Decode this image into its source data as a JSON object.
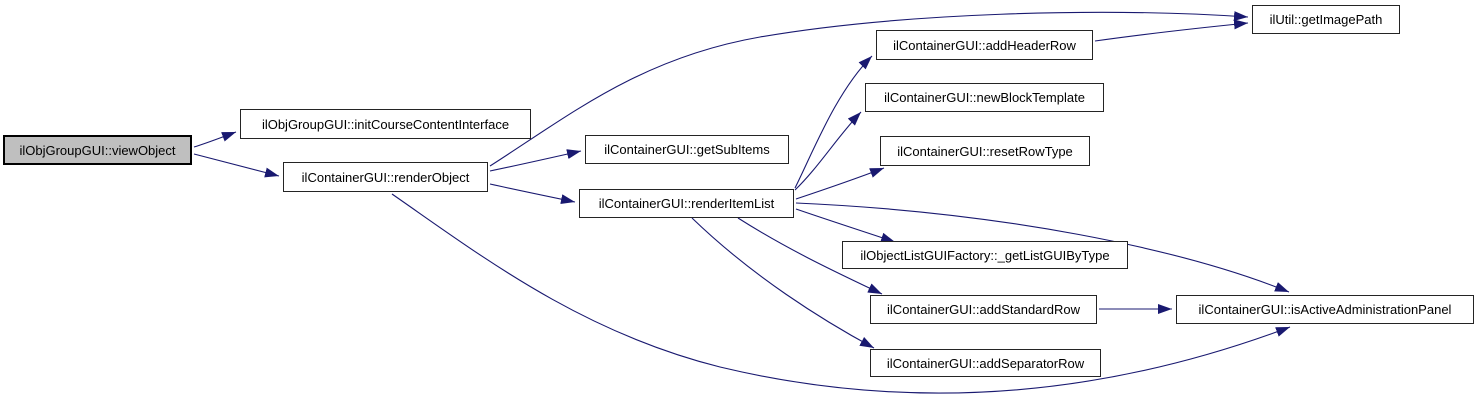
{
  "diagram": {
    "kind": "doxygen-call-graph",
    "background_color": "#ffffff",
    "edge_color": "#191970",
    "node_fill": "#ffffff",
    "node_border": "#242424",
    "highlight_fill": "#bfbfbf",
    "nodes": [
      {
        "id": "viewObject",
        "label": "ilObjGroupGUI::viewObject",
        "highlighted": true
      },
      {
        "id": "initCourseContentInterface",
        "label": "ilObjGroupGUI::initCourseContentInterface",
        "highlighted": false
      },
      {
        "id": "renderObject",
        "label": "ilContainerGUI::renderObject",
        "highlighted": false
      },
      {
        "id": "getSubItems",
        "label": "ilContainerGUI::getSubItems",
        "highlighted": false
      },
      {
        "id": "renderItemList",
        "label": "ilContainerGUI::renderItemList",
        "highlighted": false
      },
      {
        "id": "getImagePath",
        "label": "ilUtil::getImagePath",
        "highlighted": false
      },
      {
        "id": "addHeaderRow",
        "label": "ilContainerGUI::addHeaderRow",
        "highlighted": false
      },
      {
        "id": "newBlockTemplate",
        "label": "ilContainerGUI::newBlockTemplate",
        "highlighted": false
      },
      {
        "id": "resetRowType",
        "label": "ilContainerGUI::resetRowType",
        "highlighted": false
      },
      {
        "id": "getListGUIByType",
        "label": "ilObjectListGUIFactory::_getListGUIByType",
        "highlighted": false
      },
      {
        "id": "addStandardRow",
        "label": "ilContainerGUI::addStandardRow",
        "highlighted": false
      },
      {
        "id": "addSeparatorRow",
        "label": "ilContainerGUI::addSeparatorRow",
        "highlighted": false
      },
      {
        "id": "isActiveAdministrationPanel",
        "label": "ilContainerGUI::isActiveAdministrationPanel",
        "highlighted": false
      }
    ],
    "edges": [
      {
        "from": "viewObject",
        "to": "initCourseContentInterface"
      },
      {
        "from": "viewObject",
        "to": "renderObject"
      },
      {
        "from": "renderObject",
        "to": "getSubItems"
      },
      {
        "from": "renderObject",
        "to": "renderItemList"
      },
      {
        "from": "renderObject",
        "to": "getImagePath"
      },
      {
        "from": "renderObject",
        "to": "isActiveAdministrationPanel"
      },
      {
        "from": "renderItemList",
        "to": "addHeaderRow"
      },
      {
        "from": "renderItemList",
        "to": "newBlockTemplate"
      },
      {
        "from": "renderItemList",
        "to": "resetRowType"
      },
      {
        "from": "renderItemList",
        "to": "getListGUIByType"
      },
      {
        "from": "renderItemList",
        "to": "addStandardRow"
      },
      {
        "from": "renderItemList",
        "to": "addSeparatorRow"
      },
      {
        "from": "renderItemList",
        "to": "isActiveAdministrationPanel"
      },
      {
        "from": "addHeaderRow",
        "to": "getImagePath"
      },
      {
        "from": "addStandardRow",
        "to": "isActiveAdministrationPanel"
      }
    ]
  }
}
